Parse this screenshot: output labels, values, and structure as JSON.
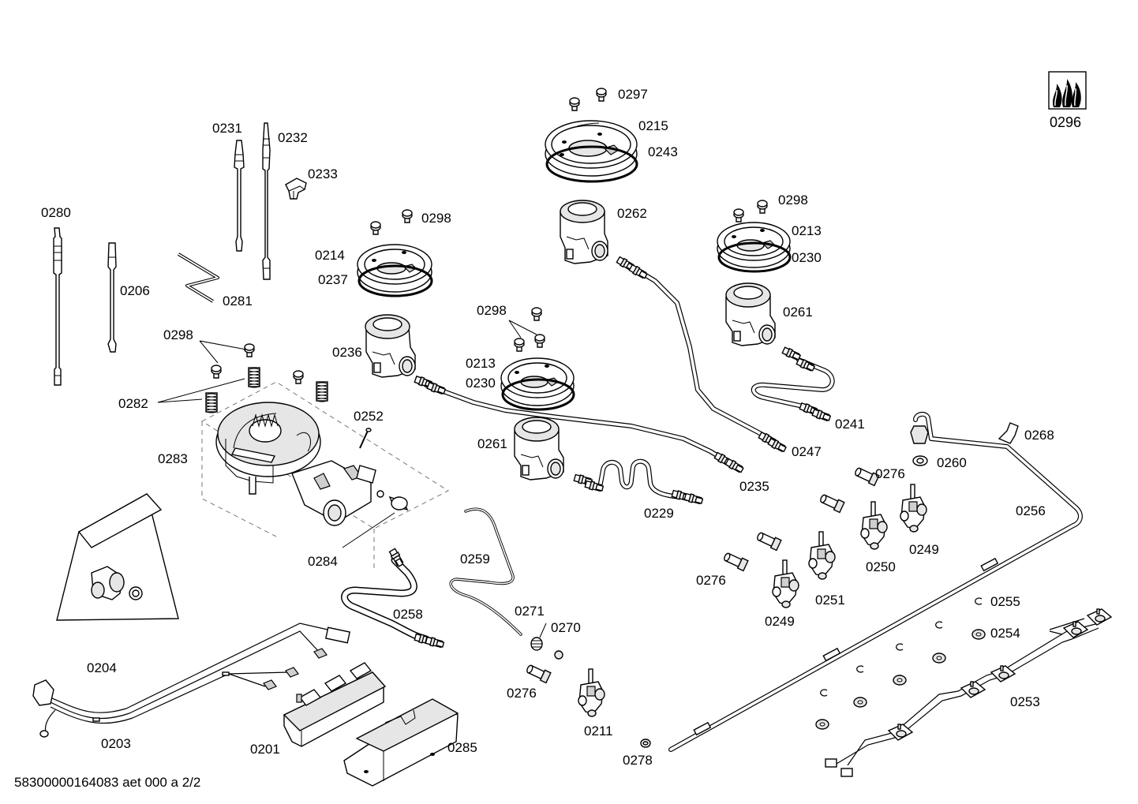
{
  "document": {
    "reference": "58300000164083 aet 000 a 2/2"
  },
  "parts": [
    {
      "id": "0296",
      "label": "0296"
    },
    {
      "id": "0297",
      "label": "0297"
    },
    {
      "id": "0215",
      "label": "0215"
    },
    {
      "id": "0243",
      "label": "0243"
    },
    {
      "id": "0231",
      "label": "0231"
    },
    {
      "id": "0232",
      "label": "0232"
    },
    {
      "id": "0233",
      "label": "0233"
    },
    {
      "id": "0280",
      "label": "0280"
    },
    {
      "id": "0206",
      "label": "0206"
    },
    {
      "id": "0281",
      "label": "0281"
    },
    {
      "id": "0298a",
      "label": "0298"
    },
    {
      "id": "0214",
      "label": "0214"
    },
    {
      "id": "0237",
      "label": "0237"
    },
    {
      "id": "0262",
      "label": "0262"
    },
    {
      "id": "0298b",
      "label": "0298"
    },
    {
      "id": "0213a",
      "label": "0213"
    },
    {
      "id": "0230a",
      "label": "0230"
    },
    {
      "id": "0261a",
      "label": "0261"
    },
    {
      "id": "0298c",
      "label": "0298"
    },
    {
      "id": "0236",
      "label": "0236"
    },
    {
      "id": "0298d",
      "label": "0298"
    },
    {
      "id": "0213b",
      "label": "0213"
    },
    {
      "id": "0230b",
      "label": "0230"
    },
    {
      "id": "0282",
      "label": "0282"
    },
    {
      "id": "0252",
      "label": "0252"
    },
    {
      "id": "0261b",
      "label": "0261"
    },
    {
      "id": "0241",
      "label": "0241"
    },
    {
      "id": "0247",
      "label": "0247"
    },
    {
      "id": "0283",
      "label": "0283"
    },
    {
      "id": "0268",
      "label": "0268"
    },
    {
      "id": "0235",
      "label": "0235"
    },
    {
      "id": "0276a",
      "label": "0276"
    },
    {
      "id": "0260",
      "label": "0260"
    },
    {
      "id": "0229",
      "label": "0229"
    },
    {
      "id": "0256",
      "label": "0256"
    },
    {
      "id": "0284",
      "label": "0284"
    },
    {
      "id": "0259",
      "label": "0259"
    },
    {
      "id": "0249a",
      "label": "0249"
    },
    {
      "id": "0250",
      "label": "0250"
    },
    {
      "id": "0276b",
      "label": "0276"
    },
    {
      "id": "0251",
      "label": "0251"
    },
    {
      "id": "0258",
      "label": "0258"
    },
    {
      "id": "0271",
      "label": "0271"
    },
    {
      "id": "0255",
      "label": "0255"
    },
    {
      "id": "0249b",
      "label": "0249"
    },
    {
      "id": "0270",
      "label": "0270"
    },
    {
      "id": "0254",
      "label": "0254"
    },
    {
      "id": "0204",
      "label": "0204"
    },
    {
      "id": "0276c",
      "label": "0276"
    },
    {
      "id": "0253",
      "label": "0253"
    },
    {
      "id": "0211",
      "label": "0211"
    },
    {
      "id": "0203",
      "label": "0203"
    },
    {
      "id": "0201",
      "label": "0201"
    },
    {
      "id": "0285",
      "label": "0285"
    },
    {
      "id": "0278",
      "label": "0278"
    }
  ]
}
